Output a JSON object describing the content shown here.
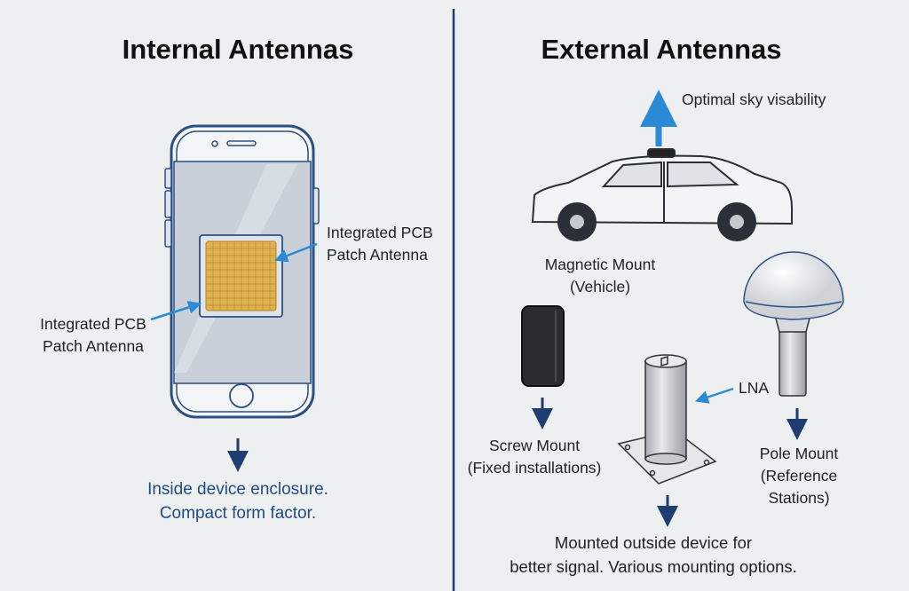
{
  "internal": {
    "title": "Internal Antennas",
    "label_right": [
      "Integrated PCB",
      "Patch Antenna"
    ],
    "label_left": [
      "Integrated PCB",
      "Patch Antenna"
    ],
    "summary": [
      "Inside device enclosure.",
      "Compact form factor."
    ]
  },
  "external": {
    "title": "External Antennas",
    "sky_label": "Optimal sky visability",
    "magnetic": [
      "Magnetic Mount",
      "(Vehicle)"
    ],
    "screw": [
      "Screw Mount",
      "(Fixed installations)"
    ],
    "lna": "LNA",
    "pole": [
      "Pole Mount",
      "(Reference",
      "Stations)"
    ],
    "summary": [
      "Mounted outside device for",
      "better signal. Various mounting options."
    ]
  },
  "colors": {
    "divider": "#1f3f73",
    "arrow_dark": "#1d3e6e",
    "arrow_light": "#2a8ad6",
    "patch": "#e0b24f"
  }
}
